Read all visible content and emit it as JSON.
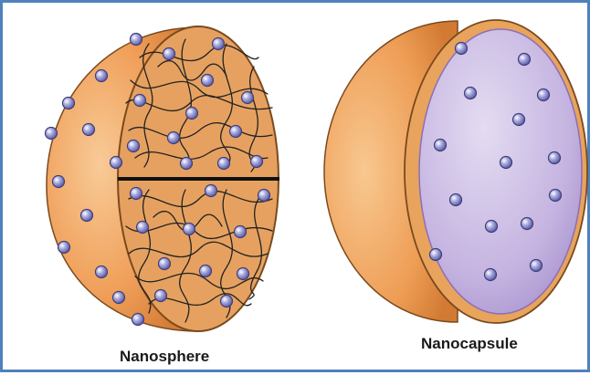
{
  "colors": {
    "frame": "#4f81bd",
    "shell": "#f0a05a",
    "shell_light": "#f6c08a",
    "shell_dark": "#d9823f",
    "cut_face": "#e8a35c",
    "interior": "#c6b6e0",
    "interior_edge": "#a48cc8",
    "particle": "#8e8fd0",
    "particle_outline": "#3f3f7a",
    "polymer": "#222222"
  },
  "labels": {
    "nanosphere": "Nanosphere",
    "nanocapsule": "Nanocapsule"
  },
  "icons": {
    "particle": "drug-particle-dot",
    "polymer": "polymer-chain-squiggle"
  }
}
